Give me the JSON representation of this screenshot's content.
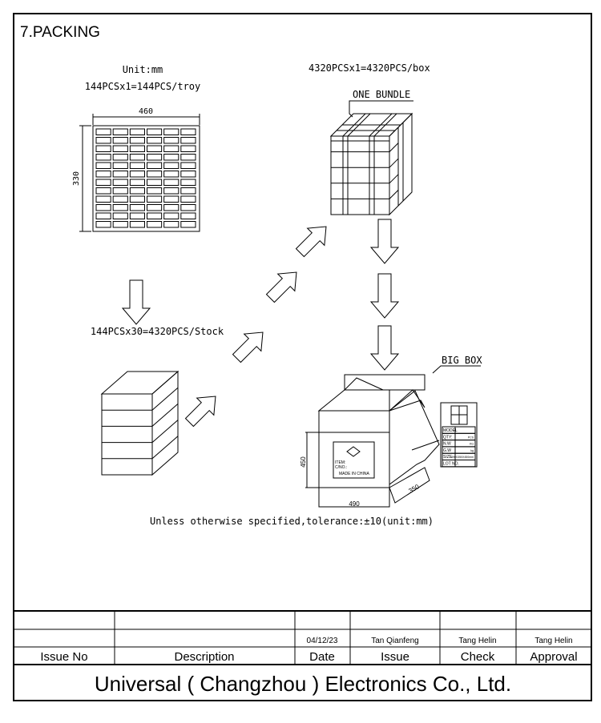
{
  "section_title": "7.PACKING",
  "tray": {
    "unit": "Unit:mm",
    "formula": "144PCSx1=144PCS/troy",
    "width": "460",
    "height": "330",
    "cols": 6,
    "rows": 12
  },
  "stock": {
    "formula": "144PCSx30=4320PCS/Stock",
    "layers": 5
  },
  "bundle": {
    "formula": "4320PCSx1=4320PCS/box",
    "label": "ONE BUNDLE"
  },
  "big_box": {
    "label": "BIG BOX",
    "height": "450",
    "width": "490",
    "depth": "350",
    "mark_lines": [
      "ITEM:",
      "C/NO.:",
      "MADE IN CHINA"
    ],
    "card_rows": [
      [
        "MODEL",
        ""
      ],
      [
        "QTY:",
        "PCS"
      ],
      [
        "N.W",
        "KG"
      ],
      [
        "G.W",
        "kg"
      ],
      [
        "SIZE",
        "490X350X450mm"
      ],
      [
        "LOT NO.",
        ""
      ]
    ]
  },
  "tolerance_note": "Unless otherwise specified,tolerance:±10(unit:mm)",
  "title_block": {
    "date": "04/12/23",
    "issuer": "Tan Qianfeng",
    "checker": "Tang Helin",
    "approver": "Tang Helin",
    "headers": [
      "Issue No",
      "Description",
      "Date",
      "Issue",
      "Check",
      "Approval"
    ],
    "company": "Universal ( Changzhou ) Electronics Co., Ltd."
  }
}
